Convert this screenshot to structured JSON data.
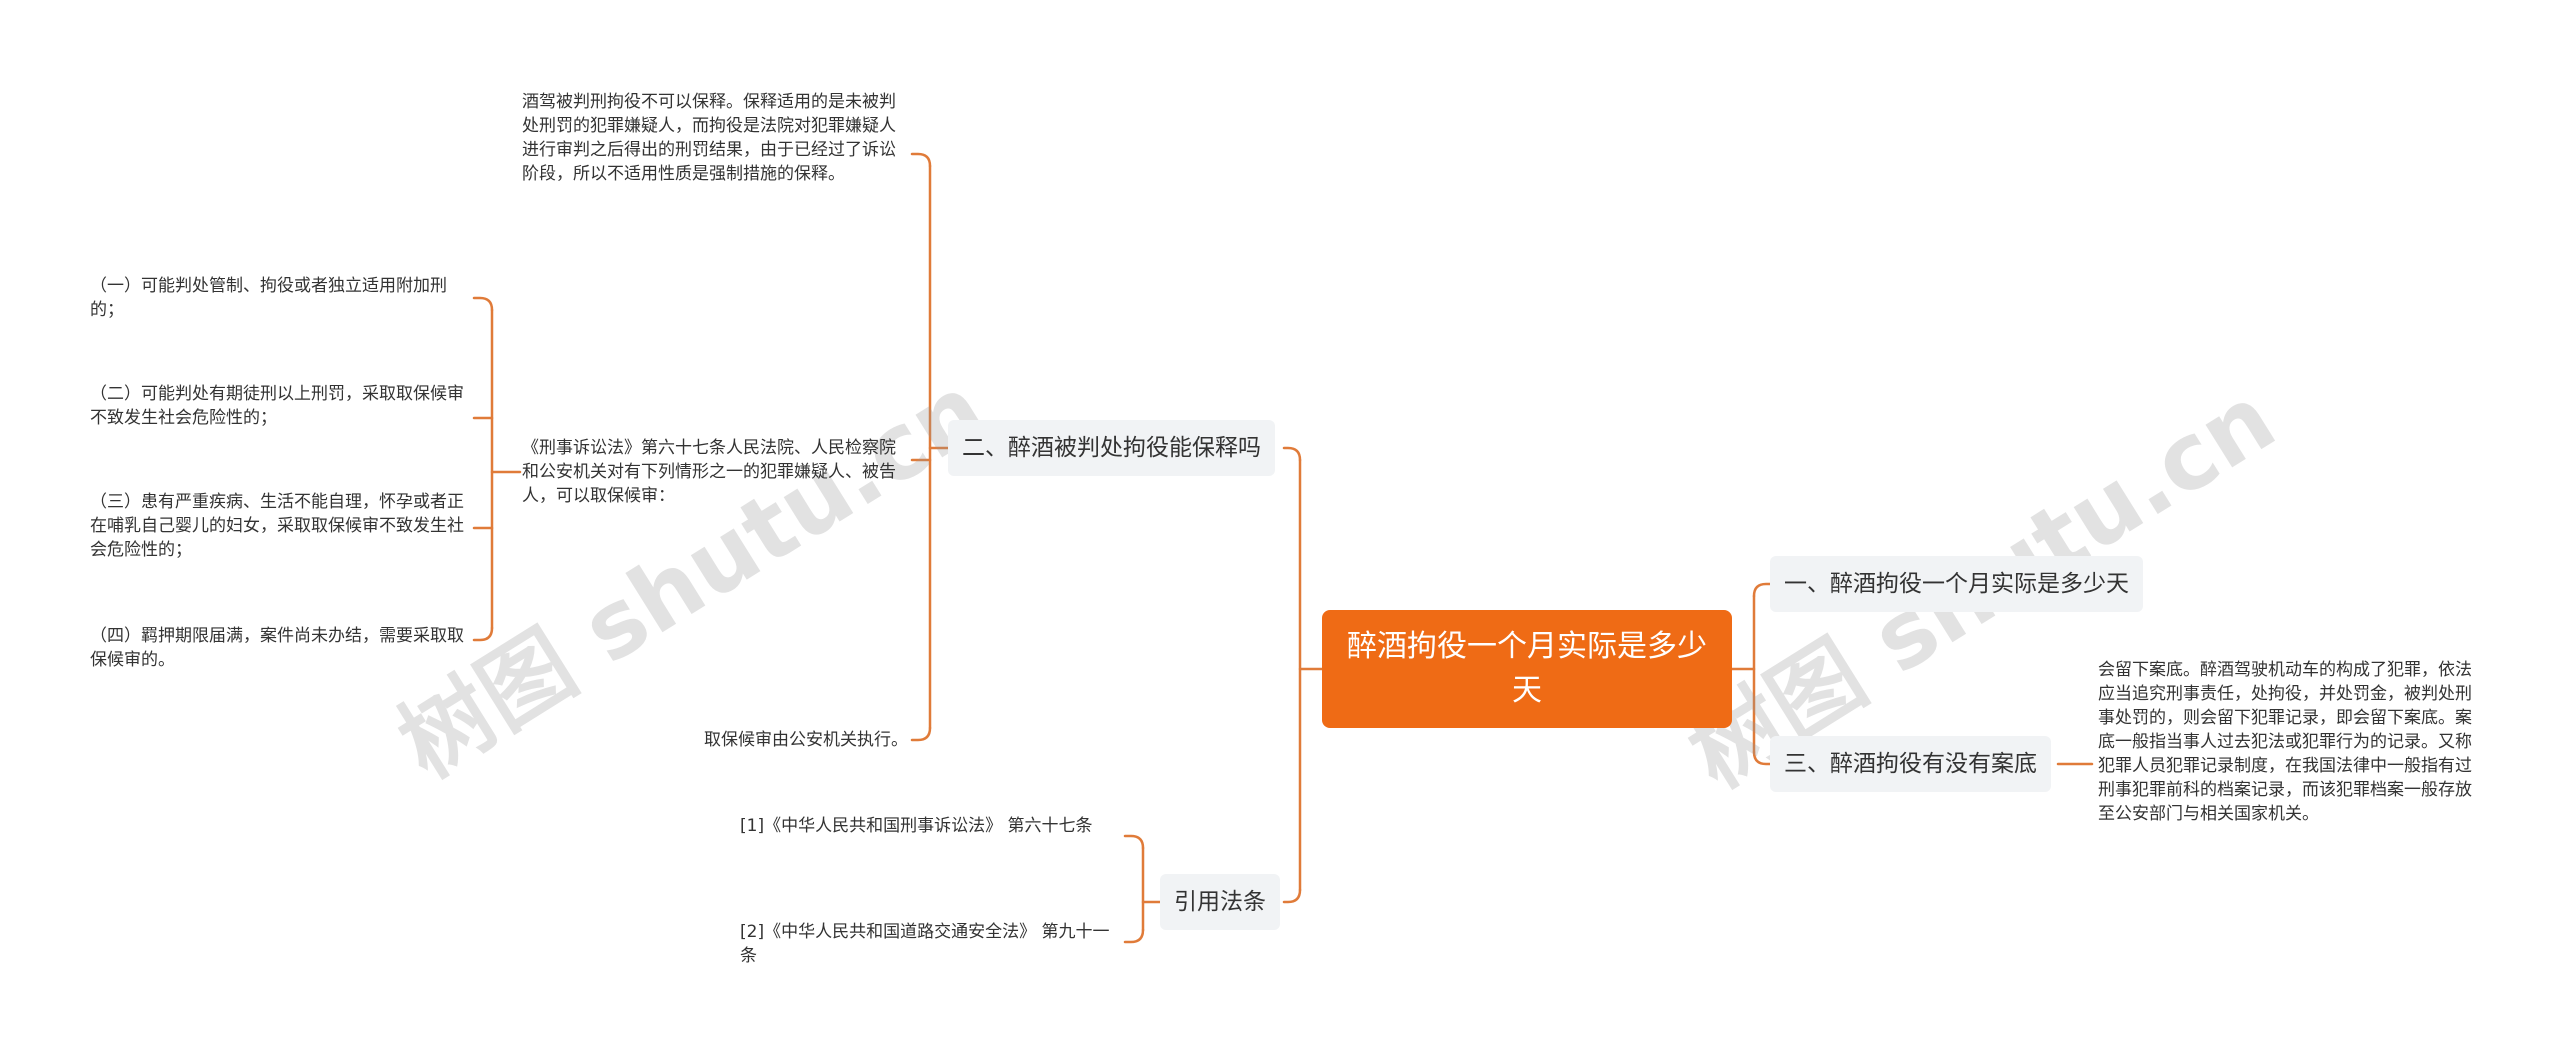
{
  "mindmap": {
    "root": {
      "label": "醉酒拘役一个月实际是多少天"
    },
    "branches": {
      "b1": {
        "label": "一、醉酒拘役一个月实际是多少天"
      },
      "b2": {
        "label": "二、醉酒被判处拘役能保释吗"
      },
      "b3": {
        "label": "三、醉酒拘役有没有案底"
      },
      "b4": {
        "label": "引用法条"
      }
    },
    "leaves": {
      "b2_l1": "酒驾被判刑拘役不可以保释。保释适用的是未被判处刑罚的犯罪嫌疑人，而拘役是法院对犯罪嫌疑人进行审判之后得出的刑罚结果，由于已经过了诉讼阶段，所以不适用性质是强制措施的保释。",
      "b2_l2": "《刑事诉讼法》第六十七条人民法院、人民检察院和公安机关对有下列情形之一的犯罪嫌疑人、被告人，可以取保候审：",
      "b2_l2_c1": "（一）可能判处管制、拘役或者独立适用附加刑的；",
      "b2_l2_c2": "（二）可能判处有期徒刑以上刑罚，采取取保候审不致发生社会危险性的；",
      "b2_l2_c3": "（三）患有严重疾病、生活不能自理，怀孕或者正在哺乳自己婴儿的妇女，采取取保候审不致发生社会危险性的；",
      "b2_l2_c4": "（四）羁押期限届满，案件尚未办结，需要采取取保候审的。",
      "b2_l3": "取保候审由公安机关执行。",
      "b3_l1": "会留下案底。醉酒驾驶机动车的构成了犯罪，依法应当追究刑事责任，处拘役，并处罚金，被判处刑事处罚的，则会留下犯罪记录，即会留下案底。案底一般指当事人过去犯法或犯罪行为的记录。又称犯罪人员犯罪记录制度，在我国法律中一般指有过刑事犯罪前科的档案记录，而该犯罪档案一般存放至公安部门与相关国家机关。",
      "b4_l1": "[1]《中华人民共和国刑事诉讼法》 第六十七条",
      "b4_l2": "[2]《中华人民共和国道路交通安全法》 第九十一条"
    }
  },
  "watermarks": [
    "树图 shutu.cn",
    "树图 shutu.cn"
  ],
  "colors": {
    "accent": "#ef6b15",
    "line": "#e07b39",
    "branch_bg": "#f1f3f5",
    "text": "#333333"
  }
}
